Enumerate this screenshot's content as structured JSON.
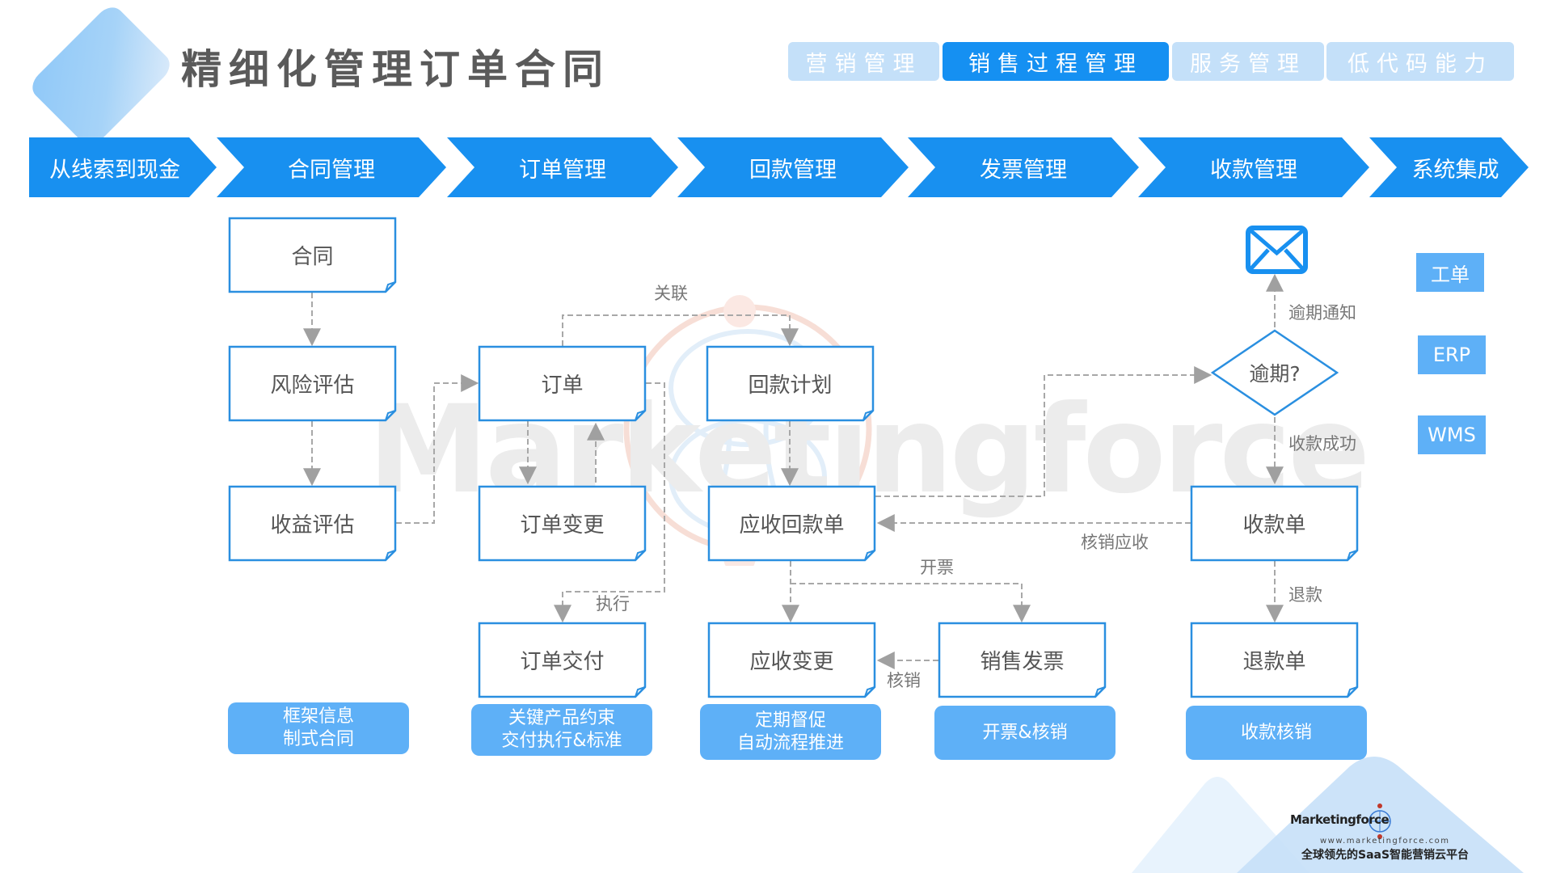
{
  "header": {
    "title": "精细化管理订单合同",
    "tabs": [
      {
        "label": "营销管理",
        "active": false
      },
      {
        "label": "销售过程管理",
        "active": true
      },
      {
        "label": "服务管理",
        "active": false
      },
      {
        "label": "低代码能力",
        "active": false
      }
    ]
  },
  "stages": [
    "从线索到现金",
    "合同管理",
    "订单管理",
    "回款管理",
    "发票管理",
    "收款管理",
    "系统集成"
  ],
  "nodes": {
    "contract": "合同",
    "risk": "风险评估",
    "profit": "收益评估",
    "order": "订单",
    "order_change": "订单变更",
    "order_delivery": "订单交付",
    "payment_plan": "回款计划",
    "receivable": "应收回款单",
    "receivable_change": "应收变更",
    "sales_invoice": "销售发票",
    "receipt": "收款单",
    "refund": "退款单",
    "overdue_decision": "逾期?"
  },
  "edge_labels": {
    "link": "关联",
    "execute": "执行",
    "invoice": "开票",
    "writeoff": "核销",
    "writeoff_receivable": "核销应收",
    "overdue_notice": "逾期通知",
    "payment_success": "收款成功",
    "refund": "退款"
  },
  "feature_tags": [
    {
      "lines": [
        "框架信息",
        "制式合同"
      ]
    },
    {
      "lines": [
        "关键产品约束",
        "交付执行&标准"
      ]
    },
    {
      "lines": [
        "定期督促",
        "自动流程推进"
      ]
    },
    {
      "lines": [
        "开票&核销"
      ]
    },
    {
      "lines": [
        "收款核销"
      ]
    }
  ],
  "integrations": [
    "工单",
    "ERP",
    "WMS"
  ],
  "icons": {
    "notice": "envelope-icon"
  },
  "watermark": "Marketingforce",
  "footer": {
    "brand": "Marketingforce",
    "url": "www.marketingforce.com",
    "slogan": "全球领先的SaaS智能营销云平台"
  },
  "colors": {
    "primary": "#1890f0",
    "tab_inactive": "#c4e0f9",
    "tag": "#5eb0f7",
    "node_border": "#2a8fe0",
    "connector": "#a0a0a0"
  }
}
